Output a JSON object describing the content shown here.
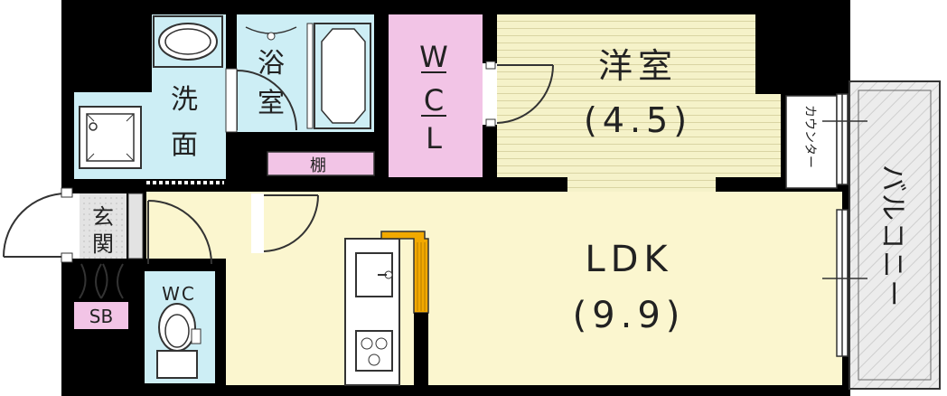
{
  "rooms": {
    "western": {
      "name": "洋室",
      "size": "(4.5)"
    },
    "ldk": {
      "name": "LDK",
      "size": "(9.9)"
    },
    "wcl": {
      "l1": "W",
      "l2": "C",
      "l3": "L"
    },
    "bath": {
      "l1": "浴",
      "l2": "室"
    },
    "washroom": {
      "l1": "洗",
      "l2": "面"
    },
    "entrance": {
      "l1": "玄",
      "l2": "関"
    },
    "shelf": "棚",
    "toilet": "WC",
    "shoebox": "SB",
    "counter": "カウンター",
    "balcony": "バルコニー"
  },
  "colors": {
    "wall": "#000000",
    "wet_area": "#cdeef5",
    "ldk_floor": "#fbf6cf",
    "western_floor": "#f5f2c9",
    "closet": "#f2c4e6",
    "shoebox": "#f2c4e6",
    "balcony": "#e9e9e9",
    "counter_top": "#f2a900",
    "entrance": "#e2e2e2"
  }
}
